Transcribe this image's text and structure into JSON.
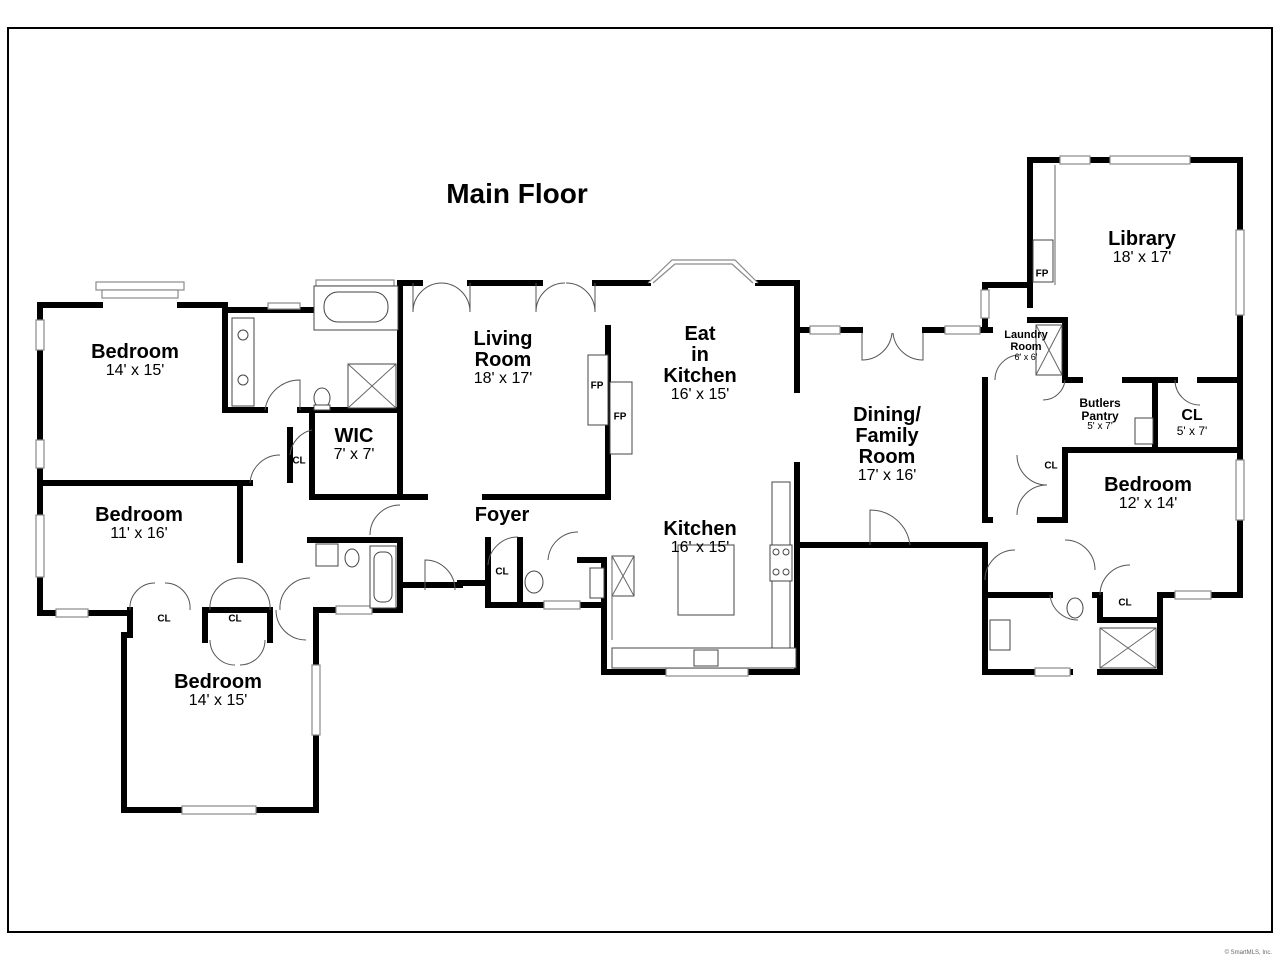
{
  "floor_title": "Main Floor",
  "credit": "© SmartMLS, Inc.",
  "rooms": {
    "bedroom_nw": {
      "name": "Bedroom",
      "dim": "14' x 15'"
    },
    "living_room": {
      "name": "Living\nRoom",
      "dim": "18' x 17'"
    },
    "eat_in_kitchen": {
      "name": "Eat\nin\nKitchen",
      "dim": "16' x 15'"
    },
    "wic": {
      "name": "WIC",
      "dim": "7' x 7'"
    },
    "bedroom_w": {
      "name": "Bedroom",
      "dim": "11' x 16'"
    },
    "foyer": {
      "name": "Foyer"
    },
    "kitchen": {
      "name": "Kitchen",
      "dim": "16' x 15'"
    },
    "dining_family": {
      "name": "Dining/\nFamily\nRoom",
      "dim": "17' x 16'"
    },
    "library": {
      "name": "Library",
      "dim": "18' x 17'"
    },
    "laundry": {
      "name": "Laundry\nRoom",
      "dim": "6' x 6'"
    },
    "butlers_pantry": {
      "name": "Butlers\nPantry",
      "dim": "5' x 7'"
    },
    "cl_east": {
      "name": "CL",
      "dim": "5' x 7'"
    },
    "bedroom_e": {
      "name": "Bedroom",
      "dim": "12' x 14'"
    },
    "bedroom_sw": {
      "name": "Bedroom",
      "dim": "14' x 15'"
    }
  },
  "tags": {
    "fp1": "FP",
    "fp2": "FP",
    "fp_library": "FP",
    "cl_wic": "CL",
    "cl_foyer": "CL",
    "cl_dining": "CL",
    "cl_bedroom_e": "CL",
    "cl_hall_1": "CL",
    "cl_hall_2": "CL"
  }
}
